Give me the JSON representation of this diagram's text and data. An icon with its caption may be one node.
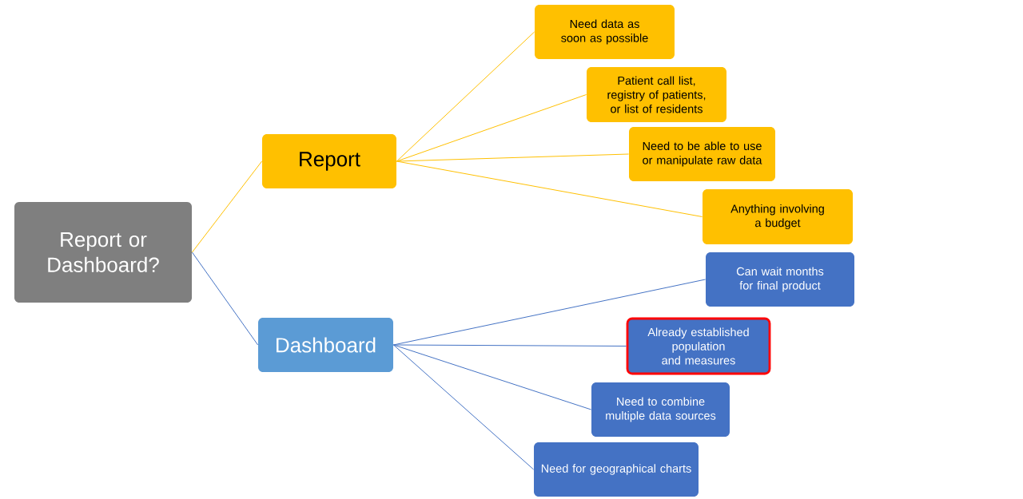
{
  "diagram": {
    "nodes": [
      {
        "text": [
          "Report or Dashboard?"
        ]
      },
      {
        "text": [
          "Report"
        ]
      },
      {
        "text": [
          "Dashboard"
        ]
      },
      {
        "text": [
          "Need data as soon as possible"
        ]
      },
      {
        "text": [
          "Patient call list, registry of patients, or list of residents"
        ]
      },
      {
        "text": [
          "Need to be able to use or manipulate raw data"
        ]
      },
      {
        "text": [
          "Anything involving a budget"
        ]
      },
      {
        "text": [
          "Can wait months for final product"
        ]
      },
      {
        "text": [
          "Already established population and measures"
        ]
      },
      {
        "text": [
          "Need to combine multiple data sources"
        ]
      },
      {
        "text": [
          "Need for geographical charts"
        ]
      }
    ],
    "edges": [
      {
        "from": 0,
        "to": 1,
        "arrow": "none",
        "color": "#ffc000"
      },
      {
        "from": 0,
        "to": 2,
        "arrow": "none",
        "color": "#4472c4"
      },
      {
        "from": 1,
        "to": 3,
        "arrow": "none",
        "color": "#ffc000"
      },
      {
        "from": 1,
        "to": 4,
        "arrow": "none",
        "color": "#ffc000"
      },
      {
        "from": 1,
        "to": 5,
        "arrow": "none",
        "color": "#ffc000"
      },
      {
        "from": 1,
        "to": 6,
        "arrow": "none",
        "color": "#ffc000"
      },
      {
        "from": 2,
        "to": 7,
        "arrow": "none",
        "color": "#4472c4"
      },
      {
        "from": 2,
        "to": 8,
        "arrow": "none",
        "color": "#4472c4"
      },
      {
        "from": 2,
        "to": 9,
        "arrow": "none",
        "color": "#4472c4"
      },
      {
        "from": 2,
        "to": 10,
        "arrow": "none",
        "color": "#4472c4"
      }
    ]
  }
}
